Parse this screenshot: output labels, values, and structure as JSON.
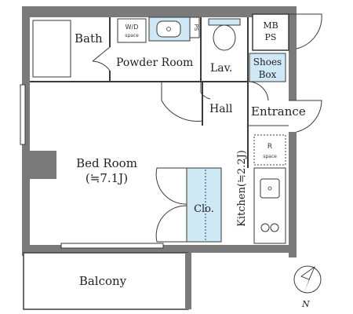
{
  "colors": {
    "wall": "#7a7a7a",
    "line": "#3a3a3a",
    "fixture_blue": "#cfe8f5",
    "background": "#ffffff"
  },
  "rooms": {
    "bath": "Bath",
    "wd_line1": "W/D",
    "wd_line2": "space",
    "ps_small": "PS",
    "mb": "MB",
    "ps": "PS",
    "powder_room": "Powder Room",
    "lav": "Lav.",
    "shoes_line1": "Shoes",
    "shoes_line2": "Box",
    "hall": "Hall",
    "entrance": "Entrance",
    "r_line1": "R",
    "r_line2": "space",
    "bed_room": "Bed Room",
    "bed_room_size": "(≒7.1J)",
    "closet": "Clo.",
    "kitchen": "Kitchen(≒2.2J)",
    "balcony": "Balcony"
  },
  "compass": {
    "north_label": "N",
    "icon": "north-arrow-icon"
  }
}
